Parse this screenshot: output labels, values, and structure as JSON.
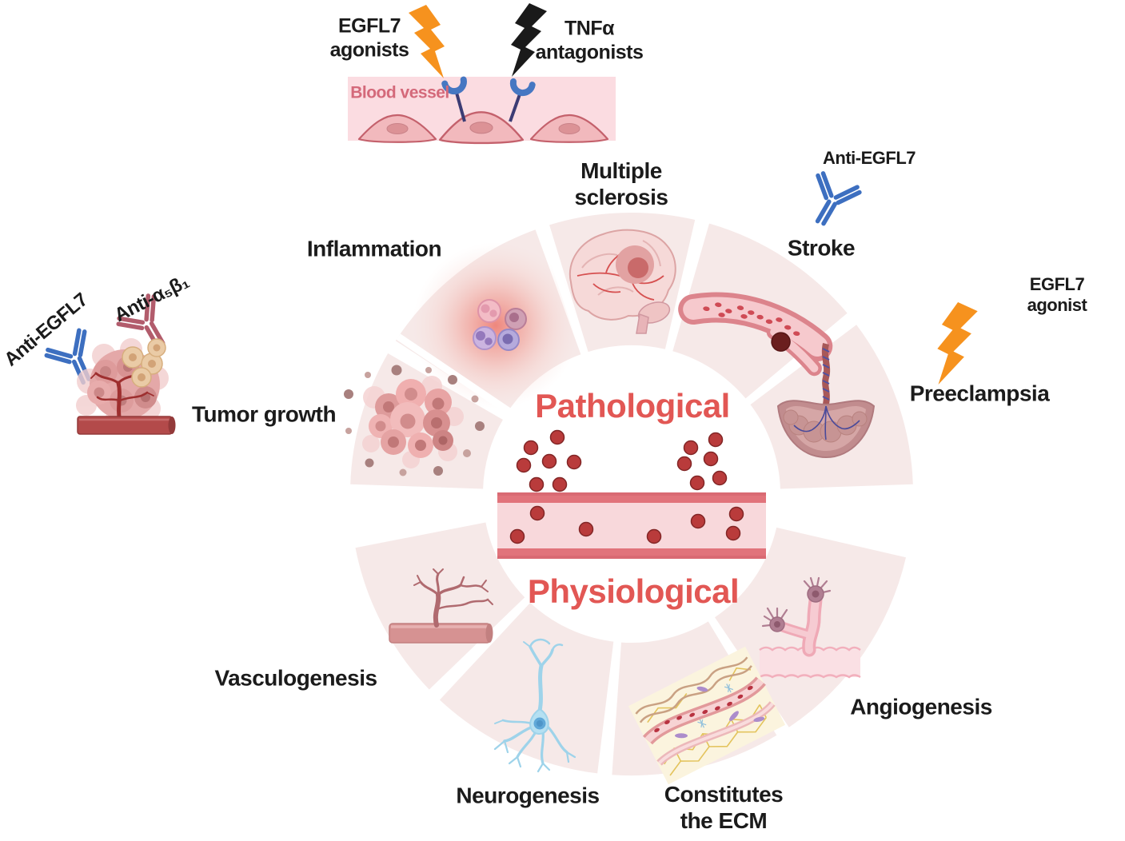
{
  "colors": {
    "accent_red": "#E25754",
    "label_black": "#1B1B1B",
    "ring_segment": "#F6E9E8",
    "vessel_wall": "#E1737B",
    "vessel_lumen": "#F8D8DB",
    "dot_red": "#B93B3B",
    "antibody_blue": "#3D6FC0",
    "antibody_mauve": "#B25C6C",
    "bolt_orange": "#F6921E",
    "bolt_black": "#1A1A1A",
    "blood_vessel_bg": "#FBDCE1",
    "blood_vessel_text": "#D4697A",
    "neuron_blue": "#9ED3EA"
  },
  "top_panel": {
    "egfl7_agonists": "EGFL7\nagonists",
    "tnfa_antagonists": "TNFα\nantagonists",
    "blood_vessel": "Blood vessel"
  },
  "center": {
    "pathological": "Pathological",
    "physiological": "Physiological"
  },
  "pathological": {
    "tumor_growth": {
      "label": "Tumor growth",
      "antibody_1": "Anti-EGFL7",
      "antibody_2": "Anti-α₅β₁"
    },
    "inflammation": {
      "label": "Inflammation"
    },
    "multiple_sclerosis": {
      "label": "Multiple\nsclerosis"
    },
    "stroke": {
      "label": "Stroke",
      "antibody": "Anti-EGFL7"
    },
    "preeclampsia": {
      "label": "Preeclampsia",
      "agonist": "EGFL7 agonist"
    }
  },
  "physiological": {
    "vasculogenesis": {
      "label": "Vasculogenesis"
    },
    "neurogenesis": {
      "label": "Neurogenesis"
    },
    "constitutes_ecm": {
      "label": "Constitutes\nthe ECM"
    },
    "angiogenesis": {
      "label": "Angiogenesis"
    }
  }
}
